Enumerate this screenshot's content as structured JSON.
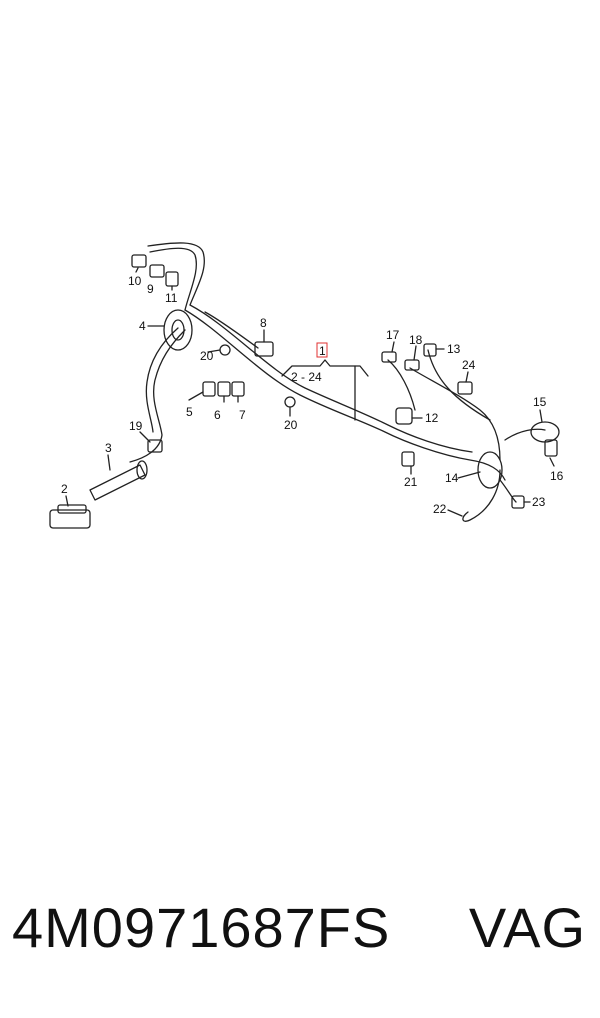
{
  "diagram": {
    "main_callout": "1",
    "range_label": "2 - 24",
    "callouts": {
      "c2": "2",
      "c3": "3",
      "c4": "4",
      "c5": "5",
      "c6": "6",
      "c7": "7",
      "c8": "8",
      "c9": "9",
      "c10": "10",
      "c11": "11",
      "c12": "12",
      "c13": "13",
      "c14": "14",
      "c15": "15",
      "c16": "16",
      "c17": "17",
      "c18": "18",
      "c19": "19",
      "c20a": "20",
      "c20b": "20",
      "c21": "21",
      "c22": "22",
      "c23": "23",
      "c24": "24"
    },
    "colors": {
      "line": "#222222",
      "highlight": "#e03030"
    }
  },
  "footer": {
    "part_number": "4M0971687FS",
    "brand": "VAG"
  }
}
